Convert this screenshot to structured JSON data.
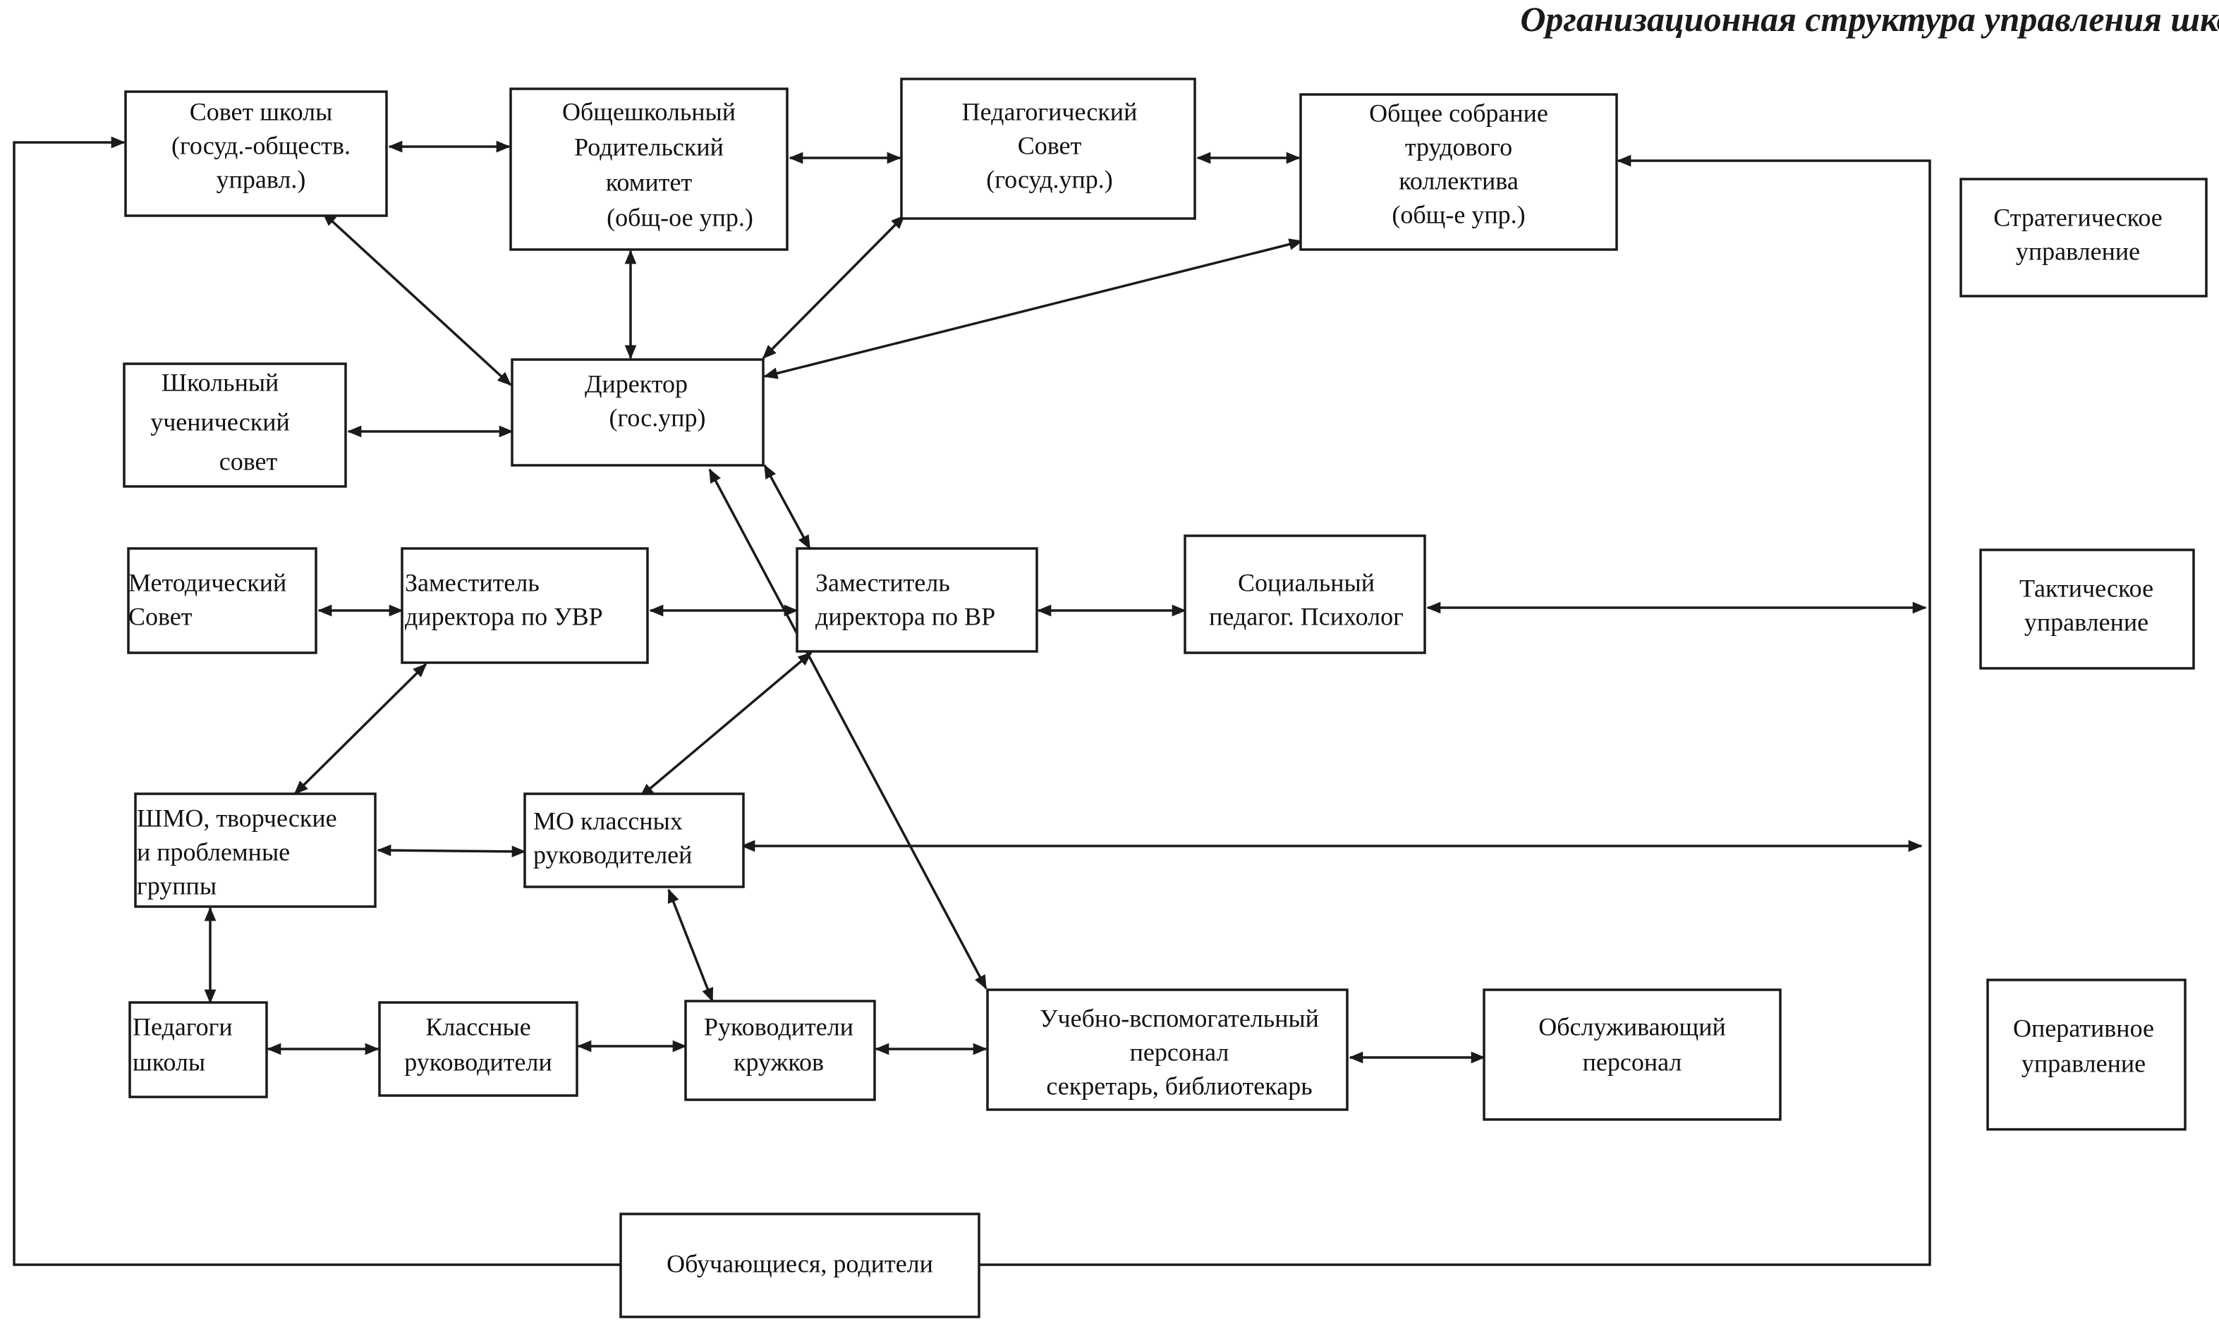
{
  "title": "Организационная структура управления школой",
  "nodes": [
    {
      "id": "sovet_shkoly",
      "lines": [
        "Совет школы",
        "(госуд.-обществ.",
        "управл.)"
      ]
    },
    {
      "id": "rod_komitet",
      "lines": [
        "Общешкольный",
        "Родительский",
        "комитет",
        "(общ-ое упр.)"
      ]
    },
    {
      "id": "ped_sovet",
      "lines": [
        "Педагогический",
        "Совет",
        "(госуд.упр.)"
      ]
    },
    {
      "id": "obshee_sobranie",
      "lines": [
        "Общее собрание",
        "трудового",
        "коллектива",
        "(общ-е упр.)"
      ]
    },
    {
      "id": "strateg",
      "lines": [
        "Стратегическое",
        "управление"
      ]
    },
    {
      "id": "uch_sovet",
      "lines": [
        "Школьный",
        "ученический",
        "совет"
      ]
    },
    {
      "id": "director",
      "lines": [
        "Директор",
        "(гос.упр)"
      ]
    },
    {
      "id": "metod_sovet",
      "lines": [
        "Методический",
        "Совет"
      ]
    },
    {
      "id": "zam_uvr",
      "lines": [
        "Заместитель",
        "директора по УВР"
      ]
    },
    {
      "id": "zam_vr",
      "lines": [
        "Заместитель",
        "директора по ВР"
      ]
    },
    {
      "id": "soc_ped",
      "lines": [
        "Социальный",
        "педагог. Психолог"
      ]
    },
    {
      "id": "taktich",
      "lines": [
        "Тактическое",
        "управление"
      ]
    },
    {
      "id": "shmo",
      "lines": [
        "ШМО, творческие",
        "и проблемные",
        "группы"
      ]
    },
    {
      "id": "mo_kl",
      "lines": [
        "МО классных",
        "руководителей"
      ]
    },
    {
      "id": "pedagogi",
      "lines": [
        "Педагоги",
        "школы"
      ]
    },
    {
      "id": "kl_ruk",
      "lines": [
        "Классные",
        "руководители"
      ]
    },
    {
      "id": "ruk_kruzhkov",
      "lines": [
        "Руководители",
        "кружков"
      ]
    },
    {
      "id": "uch_vsp",
      "lines": [
        "Учебно-вспомогательный",
        "персонал",
        "секретарь, библиотекарь"
      ]
    },
    {
      "id": "obsluzh",
      "lines": [
        "Обслуживающий",
        "персонал"
      ]
    },
    {
      "id": "operativ",
      "lines": [
        "Оперативное",
        "управление"
      ]
    },
    {
      "id": "obuch",
      "lines": [
        "Обучающиеся, родители"
      ]
    }
  ],
  "connections": [
    {
      "from": "sovet_shkoly",
      "to": "rod_komitet",
      "direction": "both"
    },
    {
      "from": "rod_komitet",
      "to": "ped_sovet",
      "direction": "both"
    },
    {
      "from": "ped_sovet",
      "to": "obshee_sobranie",
      "direction": "both"
    },
    {
      "from": "sovet_shkoly",
      "to": "director",
      "direction": "both"
    },
    {
      "from": "rod_komitet",
      "to": "director",
      "direction": "both"
    },
    {
      "from": "ped_sovet",
      "to": "director",
      "direction": "both"
    },
    {
      "from": "obshee_sobranie",
      "to": "director",
      "direction": "both"
    },
    {
      "from": "uch_sovet",
      "to": "director",
      "direction": "both"
    },
    {
      "from": "director",
      "to": "zam_vr",
      "direction": "both"
    },
    {
      "from": "director",
      "to": "uch_vsp",
      "direction": "both"
    },
    {
      "from": "metod_sovet",
      "to": "zam_uvr",
      "direction": "both"
    },
    {
      "from": "zam_uvr",
      "to": "zam_vr",
      "direction": "both"
    },
    {
      "from": "zam_vr",
      "to": "soc_ped",
      "direction": "both"
    },
    {
      "from": "soc_ped",
      "to": "right_bus",
      "direction": "both"
    },
    {
      "from": "zam_uvr",
      "to": "shmo",
      "direction": "both"
    },
    {
      "from": "zam_vr",
      "to": "mo_kl",
      "direction": "both"
    },
    {
      "from": "shmo",
      "to": "mo_kl",
      "direction": "both"
    },
    {
      "from": "mo_kl",
      "to": "right_bus",
      "direction": "both"
    },
    {
      "from": "shmo",
      "to": "pedagogi",
      "direction": "both"
    },
    {
      "from": "mo_kl",
      "to": "ruk_kruzhkov",
      "direction": "both"
    },
    {
      "from": "pedagogi",
      "to": "kl_ruk",
      "direction": "both"
    },
    {
      "from": "kl_ruk",
      "to": "ruk_kruzhkov",
      "direction": "both"
    },
    {
      "from": "ruk_kruzhkov",
      "to": "uch_vsp",
      "direction": "both"
    },
    {
      "from": "uch_vsp",
      "to": "obsluzh",
      "direction": "both"
    },
    {
      "from": "obuch",
      "to": "sovet_shkoly",
      "direction": "forward"
    },
    {
      "from": "obuch",
      "to": "obshee_sobranie",
      "direction": "forward"
    }
  ]
}
